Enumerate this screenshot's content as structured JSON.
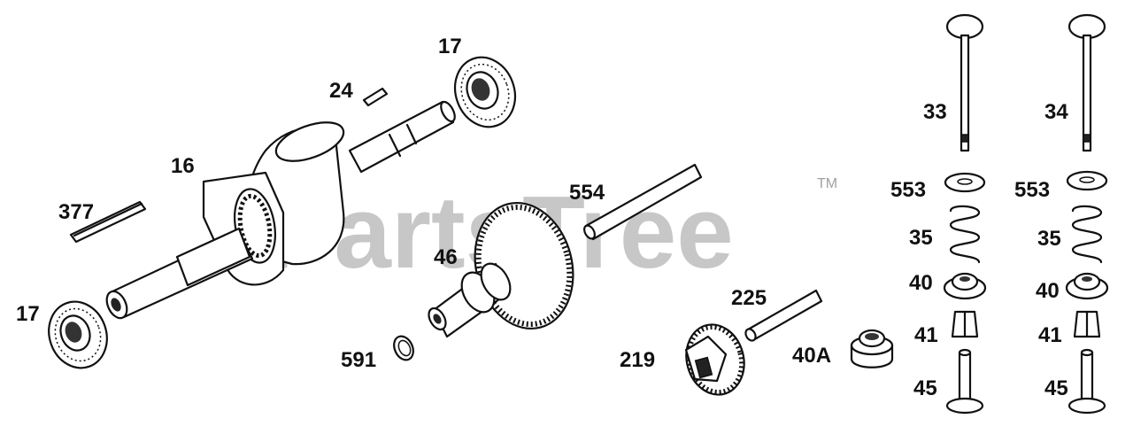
{
  "watermark": {
    "text": "PartsTree",
    "trademark": "TM"
  },
  "callouts": {
    "c17_top": "17",
    "c24": "24",
    "c16": "16",
    "c377": "377",
    "c17_bottom": "17",
    "c554": "554",
    "c46": "46",
    "c591": "591",
    "c225": "225",
    "c219": "219",
    "c40A": "40A",
    "c33": "33",
    "c34": "34",
    "c553_left": "553",
    "c553_right": "553",
    "c35_left": "35",
    "c35_right": "35",
    "c40_left": "40",
    "c40_right": "40",
    "c41_left": "41",
    "c41_right": "41",
    "c45_left": "45",
    "c45_right": "45"
  }
}
